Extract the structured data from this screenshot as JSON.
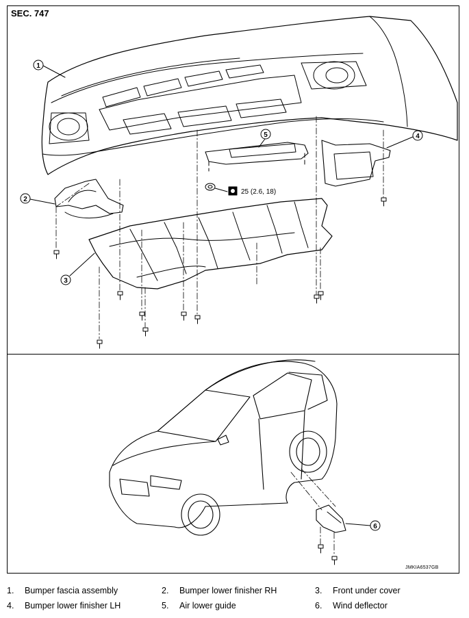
{
  "section_label": "SEC. 747",
  "figure_code": "JMKIA6537GB",
  "torque_spec": "25 (2.6, 18)",
  "callouts": [
    "1",
    "2",
    "3",
    "4",
    "5",
    "6"
  ],
  "legend": [
    {
      "num": "1.",
      "label": "Bumper fascia assembly"
    },
    {
      "num": "2.",
      "label": "Bumper lower finisher RH"
    },
    {
      "num": "3.",
      "label": "Front under cover"
    },
    {
      "num": "4.",
      "label": "Bumper lower finisher LH"
    },
    {
      "num": "5.",
      "label": "Air lower guide"
    },
    {
      "num": "6.",
      "label": "Wind deflector"
    }
  ]
}
